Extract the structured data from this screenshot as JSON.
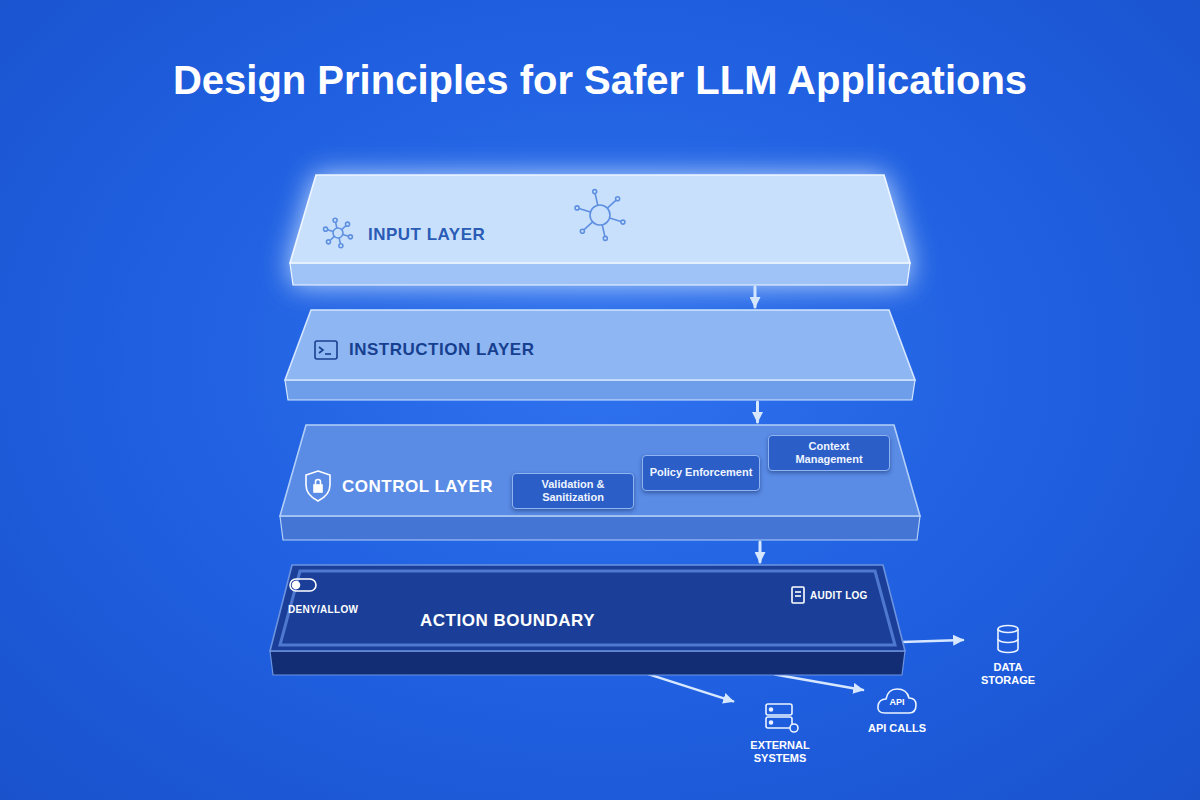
{
  "diagram": {
    "title": "Design Principles for Safer LLM Applications",
    "nodes": [
      {
        "text": [
          "INPUT LAYER"
        ]
      },
      {
        "text": [
          "INSTRUCTION LAYER"
        ]
      },
      {
        "text": [
          "CONTROL LAYER"
        ]
      },
      {
        "text": [
          "Validation & Sanitization"
        ],
        "in": 2
      },
      {
        "text": [
          "Policy Enforcement"
        ],
        "in": 2
      },
      {
        "text": [
          "Context Management"
        ],
        "in": 2
      },
      {
        "text": [
          "ACTION BOUNDARY",
          "DENY/ALLOW",
          "AUDIT LOG"
        ]
      },
      {
        "text": [
          "EXTERNAL SYSTEMS"
        ]
      },
      {
        "text": [
          "API CALLS"
        ]
      },
      {
        "text": [
          "DATA STORAGE"
        ]
      }
    ],
    "edges": [
      {
        "from": 0,
        "to": 1,
        "arrow": "to"
      },
      {
        "from": 1,
        "to": 2,
        "arrow": "to"
      },
      {
        "from": 2,
        "to": 6,
        "arrow": "to"
      },
      {
        "from": 6,
        "to": 7,
        "arrow": "to"
      },
      {
        "from": 6,
        "to": 8,
        "arrow": "to"
      },
      {
        "from": 6,
        "to": 9,
        "arrow": "to"
      }
    ],
    "labels": [
      "API"
    ]
  }
}
